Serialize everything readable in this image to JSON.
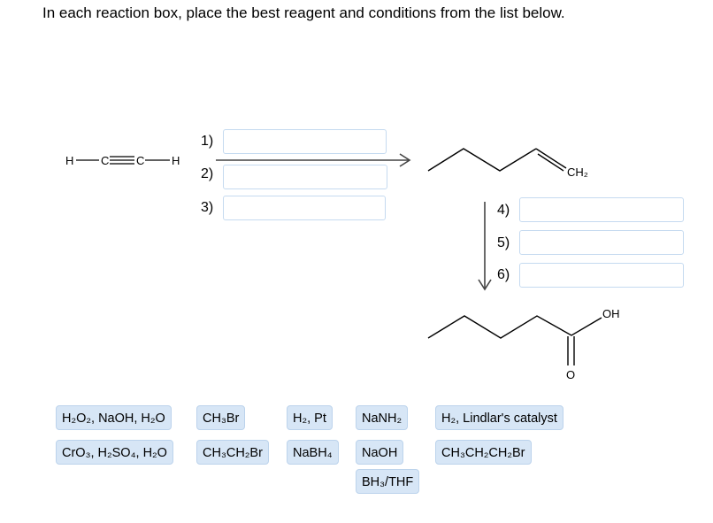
{
  "instruction": "In each reaction box, place the best reagent and conditions from the list below.",
  "starting_material": {
    "left_h": "H",
    "c1": "C",
    "c2": "C",
    "right_h": "H"
  },
  "intermediate": {
    "ch2_label": "CH₂"
  },
  "product": {
    "oh_label": "OH",
    "o_label": "O"
  },
  "steps": [
    "1)",
    "2)",
    "3)",
    "4)",
    "5)",
    "6)"
  ],
  "reagents": [
    "H₂O₂, NaOH, H₂O",
    "CH₃Br",
    "H₂, Pt",
    "NaNH₂",
    "H₂, Lindlar's catalyst",
    "CrO₃, H₂SO₄, H₂O",
    "CH₃CH₂Br",
    "NaBH₄",
    "NaOH",
    "CH₃CH₂CH₂Br",
    "BH₃/THF"
  ],
  "colors": {
    "chip_bg": "#d7e6f6",
    "chip_border": "#bcd3ec",
    "box_border": "#c5daf0"
  }
}
